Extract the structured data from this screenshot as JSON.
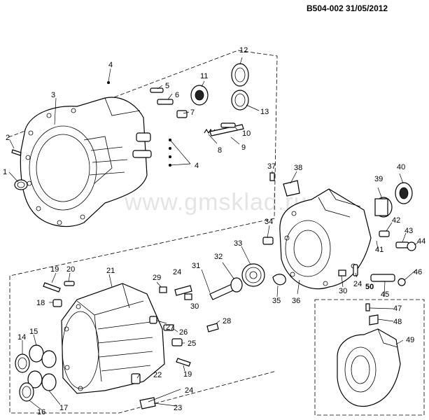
{
  "header": {
    "code": "B504-002 31/05/2012"
  },
  "watermark": "www.gmsklad.ru",
  "callouts": {
    "c1": "1",
    "c2": "2",
    "c3": "3",
    "c4a": "4",
    "c4b": "4",
    "c5": "5",
    "c6": "6",
    "c7": "7",
    "c8": "8",
    "c9": "9",
    "c10": "10",
    "c11": "11",
    "c12": "12",
    "c13": "13",
    "c14": "14",
    "c15": "15",
    "c16": "16",
    "c17": "17",
    "c18": "18",
    "c19a": "19",
    "c19b": "19",
    "c20": "20",
    "c21": "21",
    "c22": "22",
    "c23": "23",
    "c24a": "24",
    "c24b": "24",
    "c24c": "24",
    "c25": "25",
    "c26": "26",
    "c27": "27",
    "c28": "28",
    "c29": "29",
    "c30a": "30",
    "c30b": "30",
    "c31": "31",
    "c32": "32",
    "c33": "33",
    "c34": "34",
    "c35": "35",
    "c36": "36",
    "c37": "37",
    "c38": "38",
    "c39": "39",
    "c40": "40",
    "c41": "41",
    "c42": "42",
    "c43": "43",
    "c44": "44",
    "c45": "45",
    "c46": "46",
    "c47": "47",
    "c48": "48",
    "c49": "49",
    "c50": "50"
  }
}
